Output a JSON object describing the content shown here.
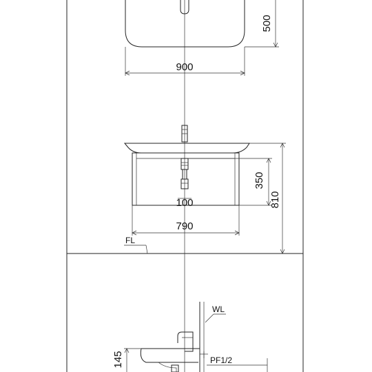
{
  "dimensions": {
    "basin_depth": "500",
    "basin_width": "900",
    "trap_height": "350",
    "total_height": "810",
    "drain_offset": "100",
    "cabinet_width": "790",
    "side_height": "145"
  },
  "labels": {
    "floor_level": "FL",
    "wall_line": "WL",
    "pipe_fitting": "PF1/2"
  }
}
